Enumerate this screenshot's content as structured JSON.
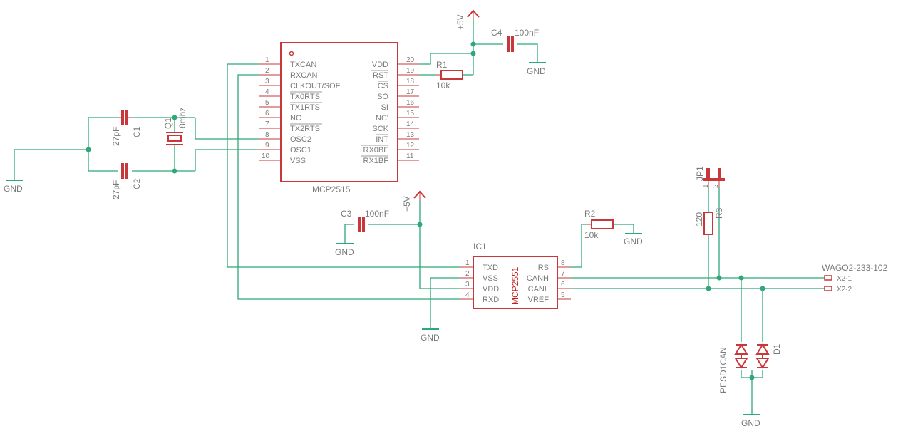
{
  "mcp2515": {
    "name": "MCP2515",
    "left_pins": [
      {
        "num": "1",
        "name": "TXCAN"
      },
      {
        "num": "2",
        "name": "RXCAN"
      },
      {
        "num": "3",
        "name": "CLKOUT/SOF"
      },
      {
        "num": "4",
        "name": "TX0RTS"
      },
      {
        "num": "5",
        "name": "TX1RTS"
      },
      {
        "num": "6",
        "name": "NC"
      },
      {
        "num": "7",
        "name": "TX2RTS"
      },
      {
        "num": "8",
        "name": "OSC2"
      },
      {
        "num": "9",
        "name": "OSC1"
      },
      {
        "num": "10",
        "name": "VSS"
      }
    ],
    "right_pins": [
      {
        "num": "20",
        "name": "VDD"
      },
      {
        "num": "19",
        "name": "RST"
      },
      {
        "num": "18",
        "name": "CS"
      },
      {
        "num": "17",
        "name": "SO"
      },
      {
        "num": "16",
        "name": "SI"
      },
      {
        "num": "15",
        "name": "NC'"
      },
      {
        "num": "14",
        "name": "SCK"
      },
      {
        "num": "13",
        "name": "INT"
      },
      {
        "num": "12",
        "name": "RX0BF"
      },
      {
        "num": "11",
        "name": "RX1BF"
      }
    ]
  },
  "mcp2551": {
    "ref": "IC1",
    "name": "MCP2551",
    "left_pins": [
      {
        "num": "1",
        "name": "TXD"
      },
      {
        "num": "2",
        "name": "VSS"
      },
      {
        "num": "3",
        "name": "VDD"
      },
      {
        "num": "4",
        "name": "RXD"
      }
    ],
    "right_pins": [
      {
        "num": "8",
        "name": "RS"
      },
      {
        "num": "7",
        "name": "CANH"
      },
      {
        "num": "6",
        "name": "CANL"
      },
      {
        "num": "5",
        "name": "VREF"
      }
    ]
  },
  "components": {
    "c1": {
      "ref": "C1",
      "value": "27pF"
    },
    "c2": {
      "ref": "C2",
      "value": "27pF"
    },
    "c3": {
      "ref": "C3",
      "value": "100nF"
    },
    "c4": {
      "ref": "C4",
      "value": "100nF"
    },
    "r1": {
      "ref": "R1",
      "value": "10k"
    },
    "r2": {
      "ref": "R2",
      "value": "10k"
    },
    "r3": {
      "ref": "R3",
      "value": "120"
    },
    "q1": {
      "ref": "Q1",
      "value": "8mhz"
    },
    "jp1": {
      "ref": "JP1",
      "pin1": "1",
      "pin2": "2"
    },
    "d1": {
      "ref": "D1",
      "value": "PESD1CAN"
    }
  },
  "power": {
    "gnd": "GND",
    "vcc": "+5V"
  },
  "connector": {
    "name": "WAGO2-233-102",
    "pins": [
      "X2-1",
      "X2-2"
    ]
  },
  "colors": {
    "wire": "#2fa878",
    "symbol": "#c8373a",
    "text": "#7a7a7a"
  }
}
